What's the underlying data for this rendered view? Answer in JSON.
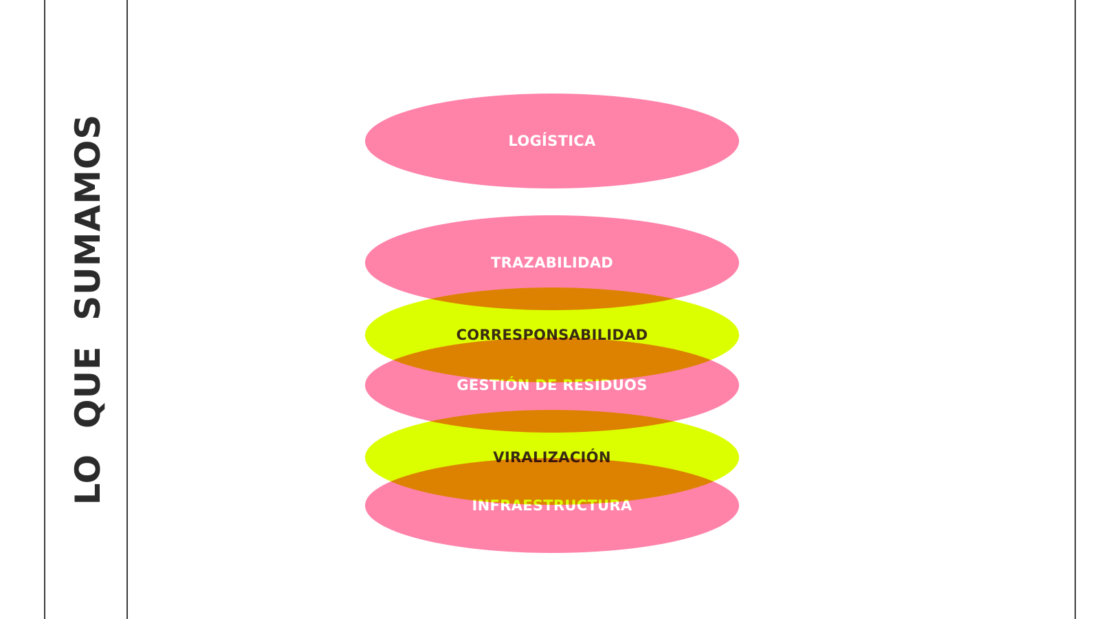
{
  "slide": {
    "title": "LO  QUE  SUMAMOS"
  },
  "diagram": {
    "colors": {
      "pink": "#ff82a9",
      "lime": "#dcff00",
      "overlap": "#ee8630"
    },
    "layers": [
      {
        "label": "LOGÍSTICA",
        "color": "pink"
      },
      {
        "label": "TRAZABILIDAD",
        "color": "pink"
      },
      {
        "label": "CORRESPONSABILIDAD",
        "color": "lime"
      },
      {
        "label": "GESTIÓN DE RESIDUOS",
        "color": "pink"
      },
      {
        "label": "VIRALIZACIÓN",
        "color": "lime"
      },
      {
        "label": "INFRAESTRUCTURA",
        "color": "pink"
      }
    ]
  }
}
